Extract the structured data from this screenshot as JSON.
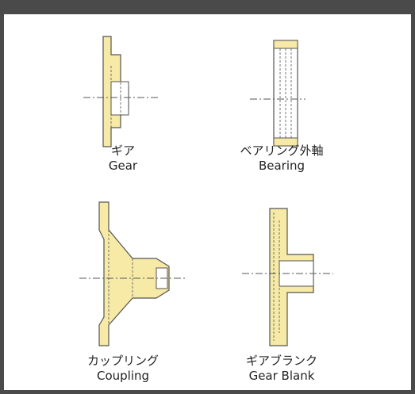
{
  "parts": [
    {
      "jp": "ギア",
      "en": "Gear"
    },
    {
      "jp": "ベアリング外軸",
      "en": "Bearing"
    },
    {
      "jp": "カップリング",
      "en": "Coupling"
    },
    {
      "jp": "ギアブランク",
      "en": "Gear Blank"
    }
  ],
  "colors": {
    "fill": "#f6eaa6",
    "line": "#555555",
    "background": "#ffffff",
    "frame": "#4a4a4a"
  }
}
